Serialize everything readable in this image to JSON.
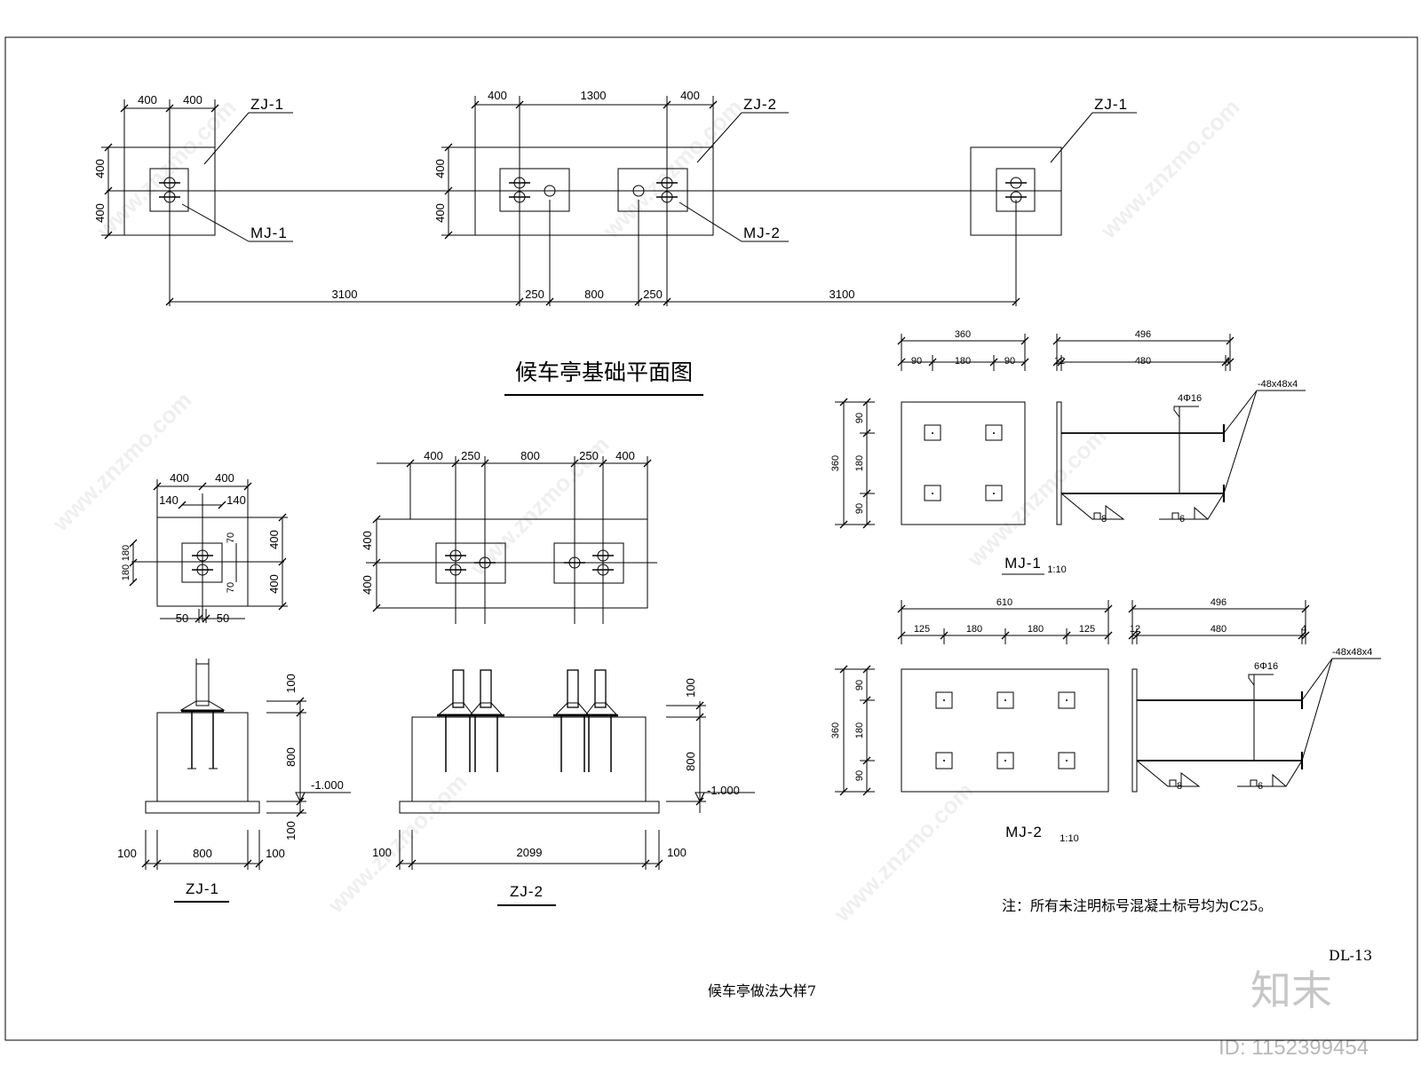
{
  "sheet": {
    "code": "DL-13",
    "caption": "候车亭做法大样7",
    "note": "注：所有未注明标号混凝土标号均为C25。"
  },
  "plan": {
    "title": "候车亭基础平面图",
    "labels": {
      "zj1_left": "ZJ-1",
      "zj2": "ZJ-2",
      "zj1_right": "ZJ-1",
      "mj1": "MJ-1",
      "mj2": "MJ-2"
    },
    "dims_top": {
      "a": "400",
      "b": "400",
      "c": "400",
      "d": "1300",
      "e": "400"
    },
    "dims_left": {
      "a": "400",
      "b": "400",
      "c": "400",
      "d": "400"
    },
    "dims_bottom": {
      "a": "3100",
      "b": "250",
      "c": "800",
      "d": "250",
      "e": "3100"
    }
  },
  "zj1": {
    "label": "ZJ-1",
    "plan_dims": {
      "t1": "400",
      "t2": "400",
      "t3": "140",
      "t4": "140",
      "r1": "400",
      "r2": "400",
      "l1": "180",
      "l2": "180",
      "r3": "70",
      "r4": "70",
      "b1": "50",
      "b2": "50"
    },
    "sect_dims": {
      "h1": "100",
      "h2": "800",
      "h3": "100",
      "elev": "-1.000",
      "w1": "100",
      "w2": "800",
      "w3": "100"
    }
  },
  "zj2": {
    "label": "ZJ-2",
    "plan_dims": {
      "t1": "400",
      "t2": "250",
      "t3": "800",
      "t4": "250",
      "t5": "400",
      "l1": "400",
      "l2": "400"
    },
    "sect_dims": {
      "h1": "100",
      "h2": "800",
      "elev": "-1.000",
      "w1": "100",
      "w2": "2099",
      "w3": "100"
    }
  },
  "mj1": {
    "label": "MJ-1",
    "scale": "1:10",
    "dims": {
      "w_total": "360",
      "w1": "90",
      "w2": "180",
      "w3": "90",
      "h_total": "360",
      "h1": "90",
      "h2": "180",
      "h3": "90",
      "s_total": "496",
      "s1": "12",
      "s2": "480",
      "s3": "4"
    },
    "rebar": "4Φ16",
    "angle": "-48x48x4",
    "weld1": "8",
    "weld2": "6"
  },
  "mj2": {
    "label": "MJ-2",
    "scale": "1:10",
    "dims": {
      "w_total": "610",
      "w1": "125",
      "w2": "180",
      "w3": "180",
      "w4": "125",
      "h_total": "360",
      "h1": "90",
      "h2": "180",
      "h3": "90",
      "s_total": "496",
      "s1": "12",
      "s2": "480",
      "s3": "4"
    },
    "rebar": "6Φ16",
    "angle": "-48x48x4",
    "weld1": "8",
    "weld2": "6"
  },
  "watermark": {
    "site": "www.znzmo.com",
    "brand": "知末",
    "id": "ID: 1152399454"
  }
}
